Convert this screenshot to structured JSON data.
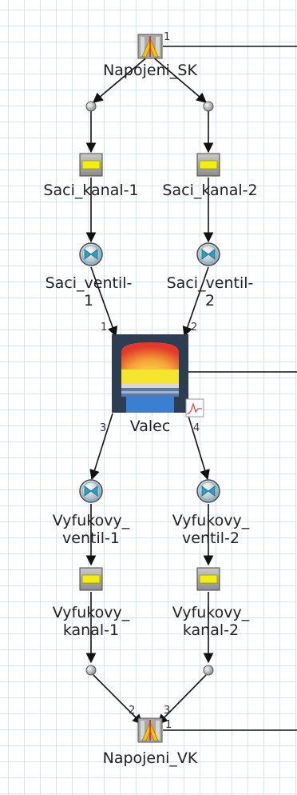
{
  "components": {
    "napojeni_sk": "Napojeni_SK",
    "saci_kanal_1": "Saci_kanal-1",
    "saci_kanal_2": "Saci_kanal-2",
    "saci_ventil_1": [
      "Saci_ventil-",
      "1"
    ],
    "saci_ventil_2": [
      "Saci_ventil-",
      "2"
    ],
    "valec": "Valec",
    "vyfukovy_ventil_1": [
      "Vyfukovy_",
      "ventil-1"
    ],
    "vyfukovy_ventil_2": [
      "Vyfukovy_",
      "ventil-2"
    ],
    "vyfukovy_kanal_1": [
      "Vyfukovy_",
      "kanal-1"
    ],
    "vyfukovy_kanal_2": [
      "Vyfukovy_",
      "kanal-2"
    ],
    "napojeni_vk": "Napojeni_VK"
  },
  "ports": {
    "sk_out": "1",
    "valec_in_1": "1",
    "valec_in_2": "2",
    "valec_out_3": "3",
    "valec_out_4": "4",
    "vk_in_2": "2",
    "vk_in_3": "3",
    "vk_out": "1"
  },
  "colors": {
    "line": "#111111",
    "valve_ring": "#3aa4c8",
    "channel_fill": "#f2ee10",
    "cylinder_frame": "#2e3e52",
    "cylinder_piston": "#3b7fd0"
  },
  "icons": {
    "junction": "junction-icon",
    "channel": "channel-icon",
    "valve": "valve-icon",
    "cylinder": "cylinder-icon",
    "plot": "plot-icon",
    "node": "node-dot-icon"
  }
}
